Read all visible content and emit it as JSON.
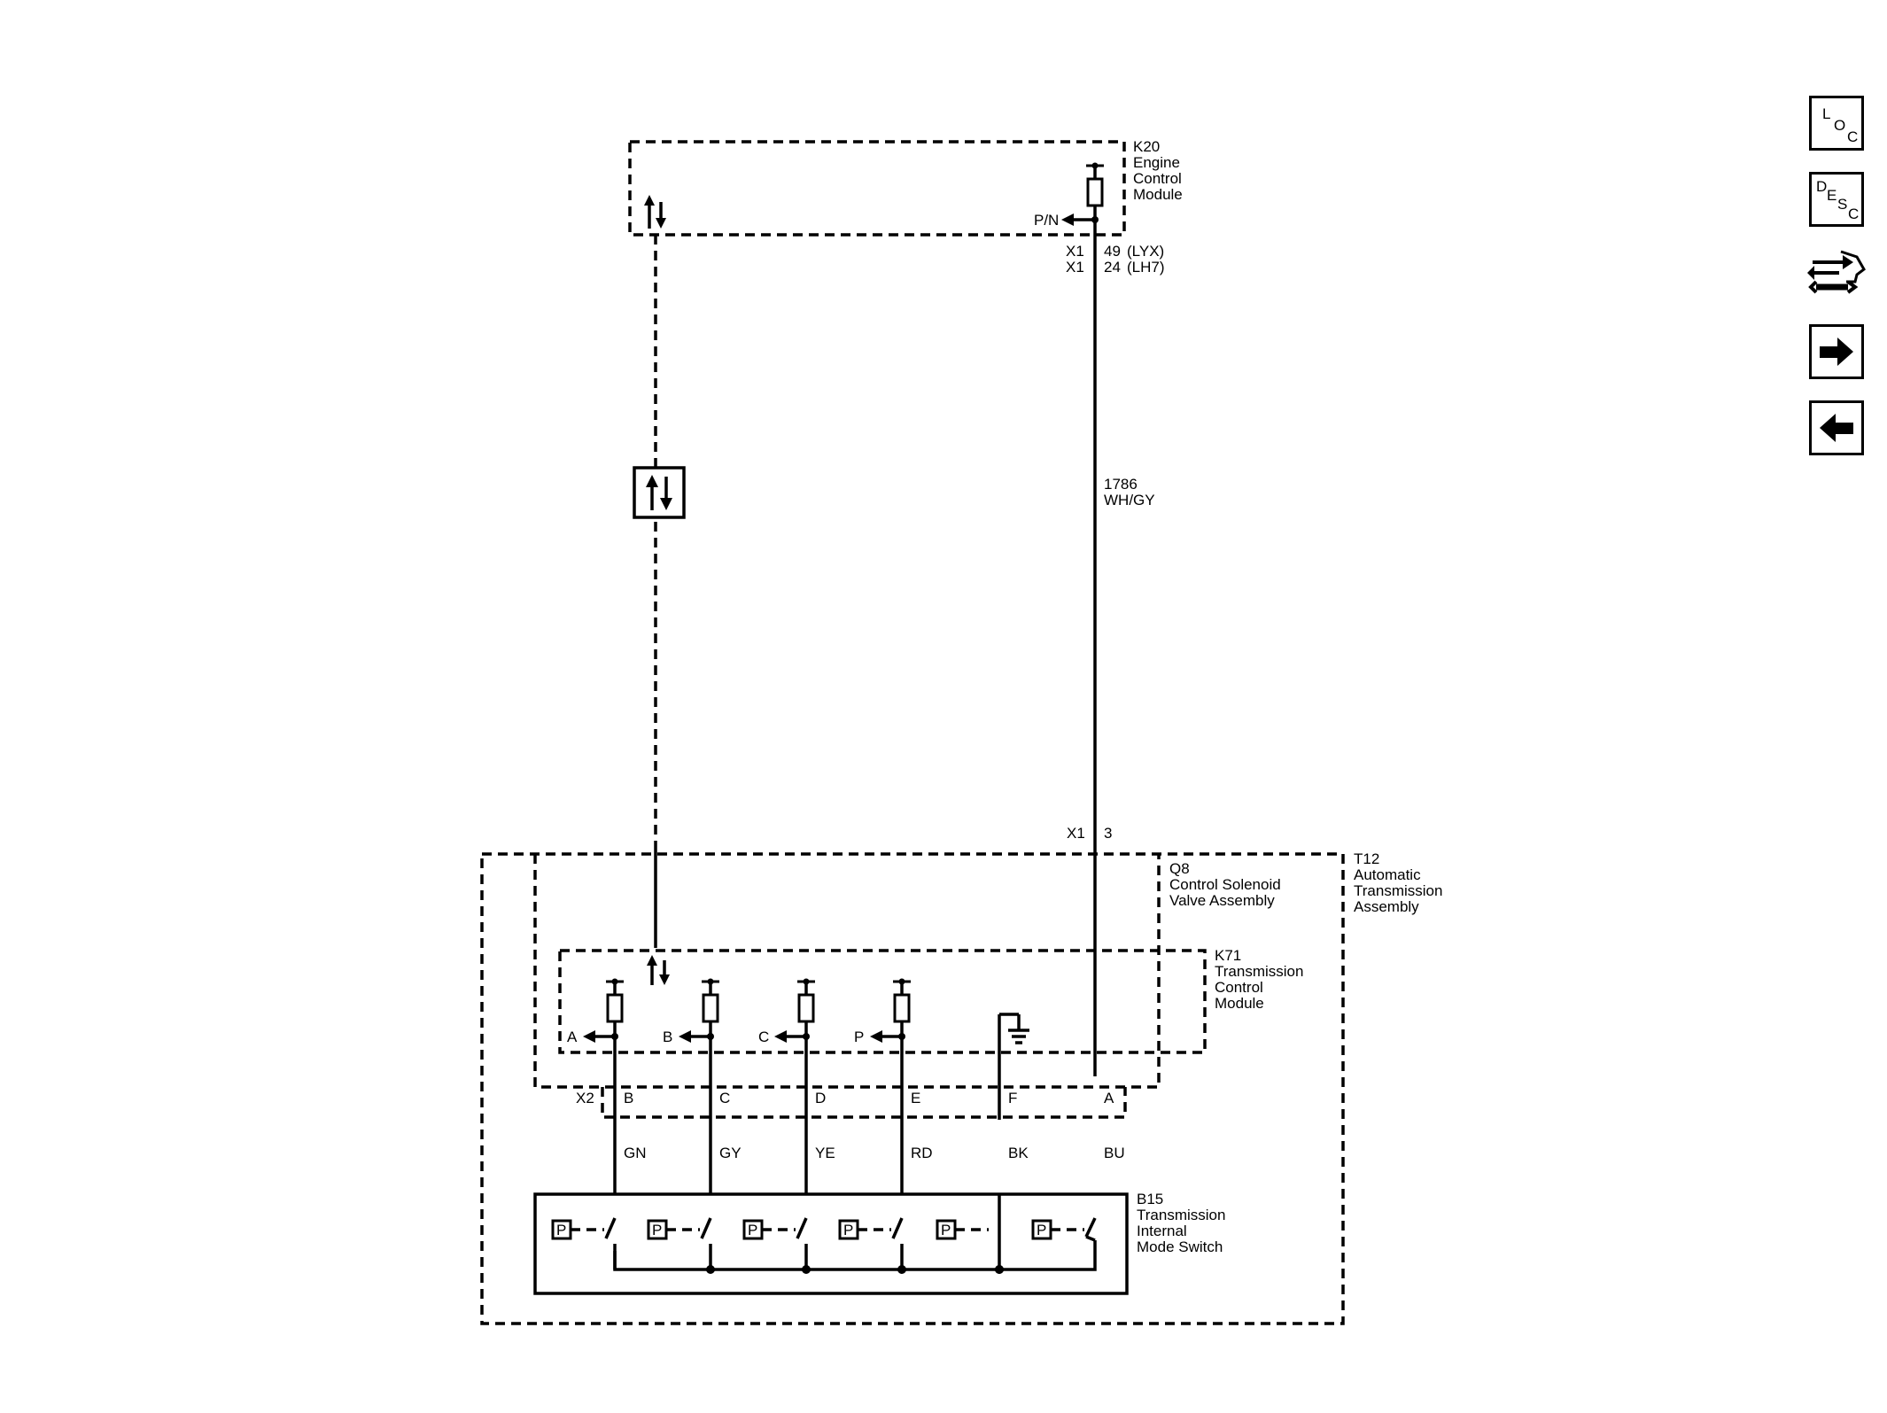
{
  "modules": {
    "k20": {
      "id": "K20",
      "line1": "Engine",
      "line2": "Control",
      "line3": "Module"
    },
    "t12": {
      "id": "T12",
      "line1": "Automatic",
      "line2": "Transmission",
      "line3": "Assembly"
    },
    "q8": {
      "id": "Q8",
      "line1": "Control Solenoid",
      "line2": "Valve Assembly"
    },
    "k71": {
      "id": "K71",
      "line1": "Transmission",
      "line2": "Control",
      "line3": "Module"
    },
    "b15": {
      "id": "B15",
      "line1": "Transmission",
      "line2": "Internal",
      "line3": "Mode Switch"
    }
  },
  "k20_connector": {
    "signal": "P/N",
    "pin_row1": {
      "conn": "X1",
      "pin": "49",
      "variant": "(LYX)"
    },
    "pin_row2": {
      "conn": "X1",
      "pin": "24",
      "variant": "(LH7)"
    }
  },
  "circuit": {
    "number": "1786",
    "color": "WH/GY"
  },
  "t12_connector": {
    "conn": "X1",
    "pin": "3"
  },
  "x2_connector": {
    "label": "X2",
    "pins": [
      "B",
      "C",
      "D",
      "E",
      "F",
      "A"
    ]
  },
  "k71_signals": [
    "A",
    "B",
    "C",
    "P"
  ],
  "wire_colors": [
    "GN",
    "GY",
    "YE",
    "RD",
    "BK",
    "BU"
  ],
  "switch_symbol": "P",
  "nav": {
    "loc": {
      "l1": "L",
      "l2": "O",
      "l3": "C"
    },
    "desc": {
      "l1": "D",
      "l2": "E",
      "l3": "S",
      "l4": "C"
    }
  }
}
